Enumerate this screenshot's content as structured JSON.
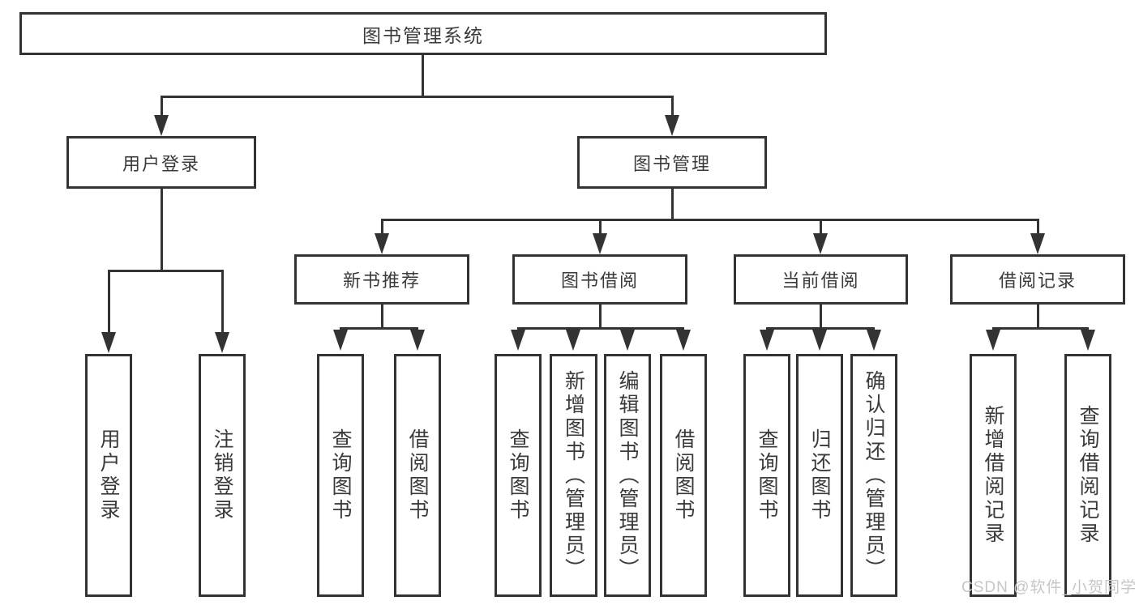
{
  "diagram": {
    "root": {
      "label": "图书管理系统"
    },
    "level2": [
      {
        "label": "用户登录"
      },
      {
        "label": "图书管理"
      }
    ],
    "level3": [
      {
        "label": "新书推荐",
        "parent": "图书管理"
      },
      {
        "label": "图书借阅",
        "parent": "图书管理"
      },
      {
        "label": "当前借阅",
        "parent": "图书管理"
      },
      {
        "label": "借阅记录",
        "parent": "图书管理"
      }
    ],
    "leaves": [
      {
        "label": "用户登录",
        "parent": "用户登录"
      },
      {
        "label": "注销登录",
        "parent": "用户登录"
      },
      {
        "label": "查询图书",
        "parent": "新书推荐"
      },
      {
        "label": "借阅图书",
        "parent": "新书推荐"
      },
      {
        "label": "查询图书",
        "parent": "图书借阅"
      },
      {
        "label": "新增图书（管理员）",
        "parent": "图书借阅"
      },
      {
        "label": "编辑图书（管理员）",
        "parent": "图书借阅"
      },
      {
        "label": "借阅图书",
        "parent": "图书借阅"
      },
      {
        "label": "查询图书",
        "parent": "当前借阅"
      },
      {
        "label": "归还图书",
        "parent": "当前借阅"
      },
      {
        "label": "确认归还（管理员）",
        "parent": "当前借阅"
      },
      {
        "label": "新增借阅记录",
        "parent": "借阅记录"
      },
      {
        "label": "查询借阅记录",
        "parent": "借阅记录"
      }
    ]
  },
  "watermark": {
    "text": "CSDN @软件_小贺同学"
  },
  "colors": {
    "line": "#333333",
    "text": "#3a3a3a",
    "watermark": "#c6c6c6",
    "background": "#ffffff"
  }
}
